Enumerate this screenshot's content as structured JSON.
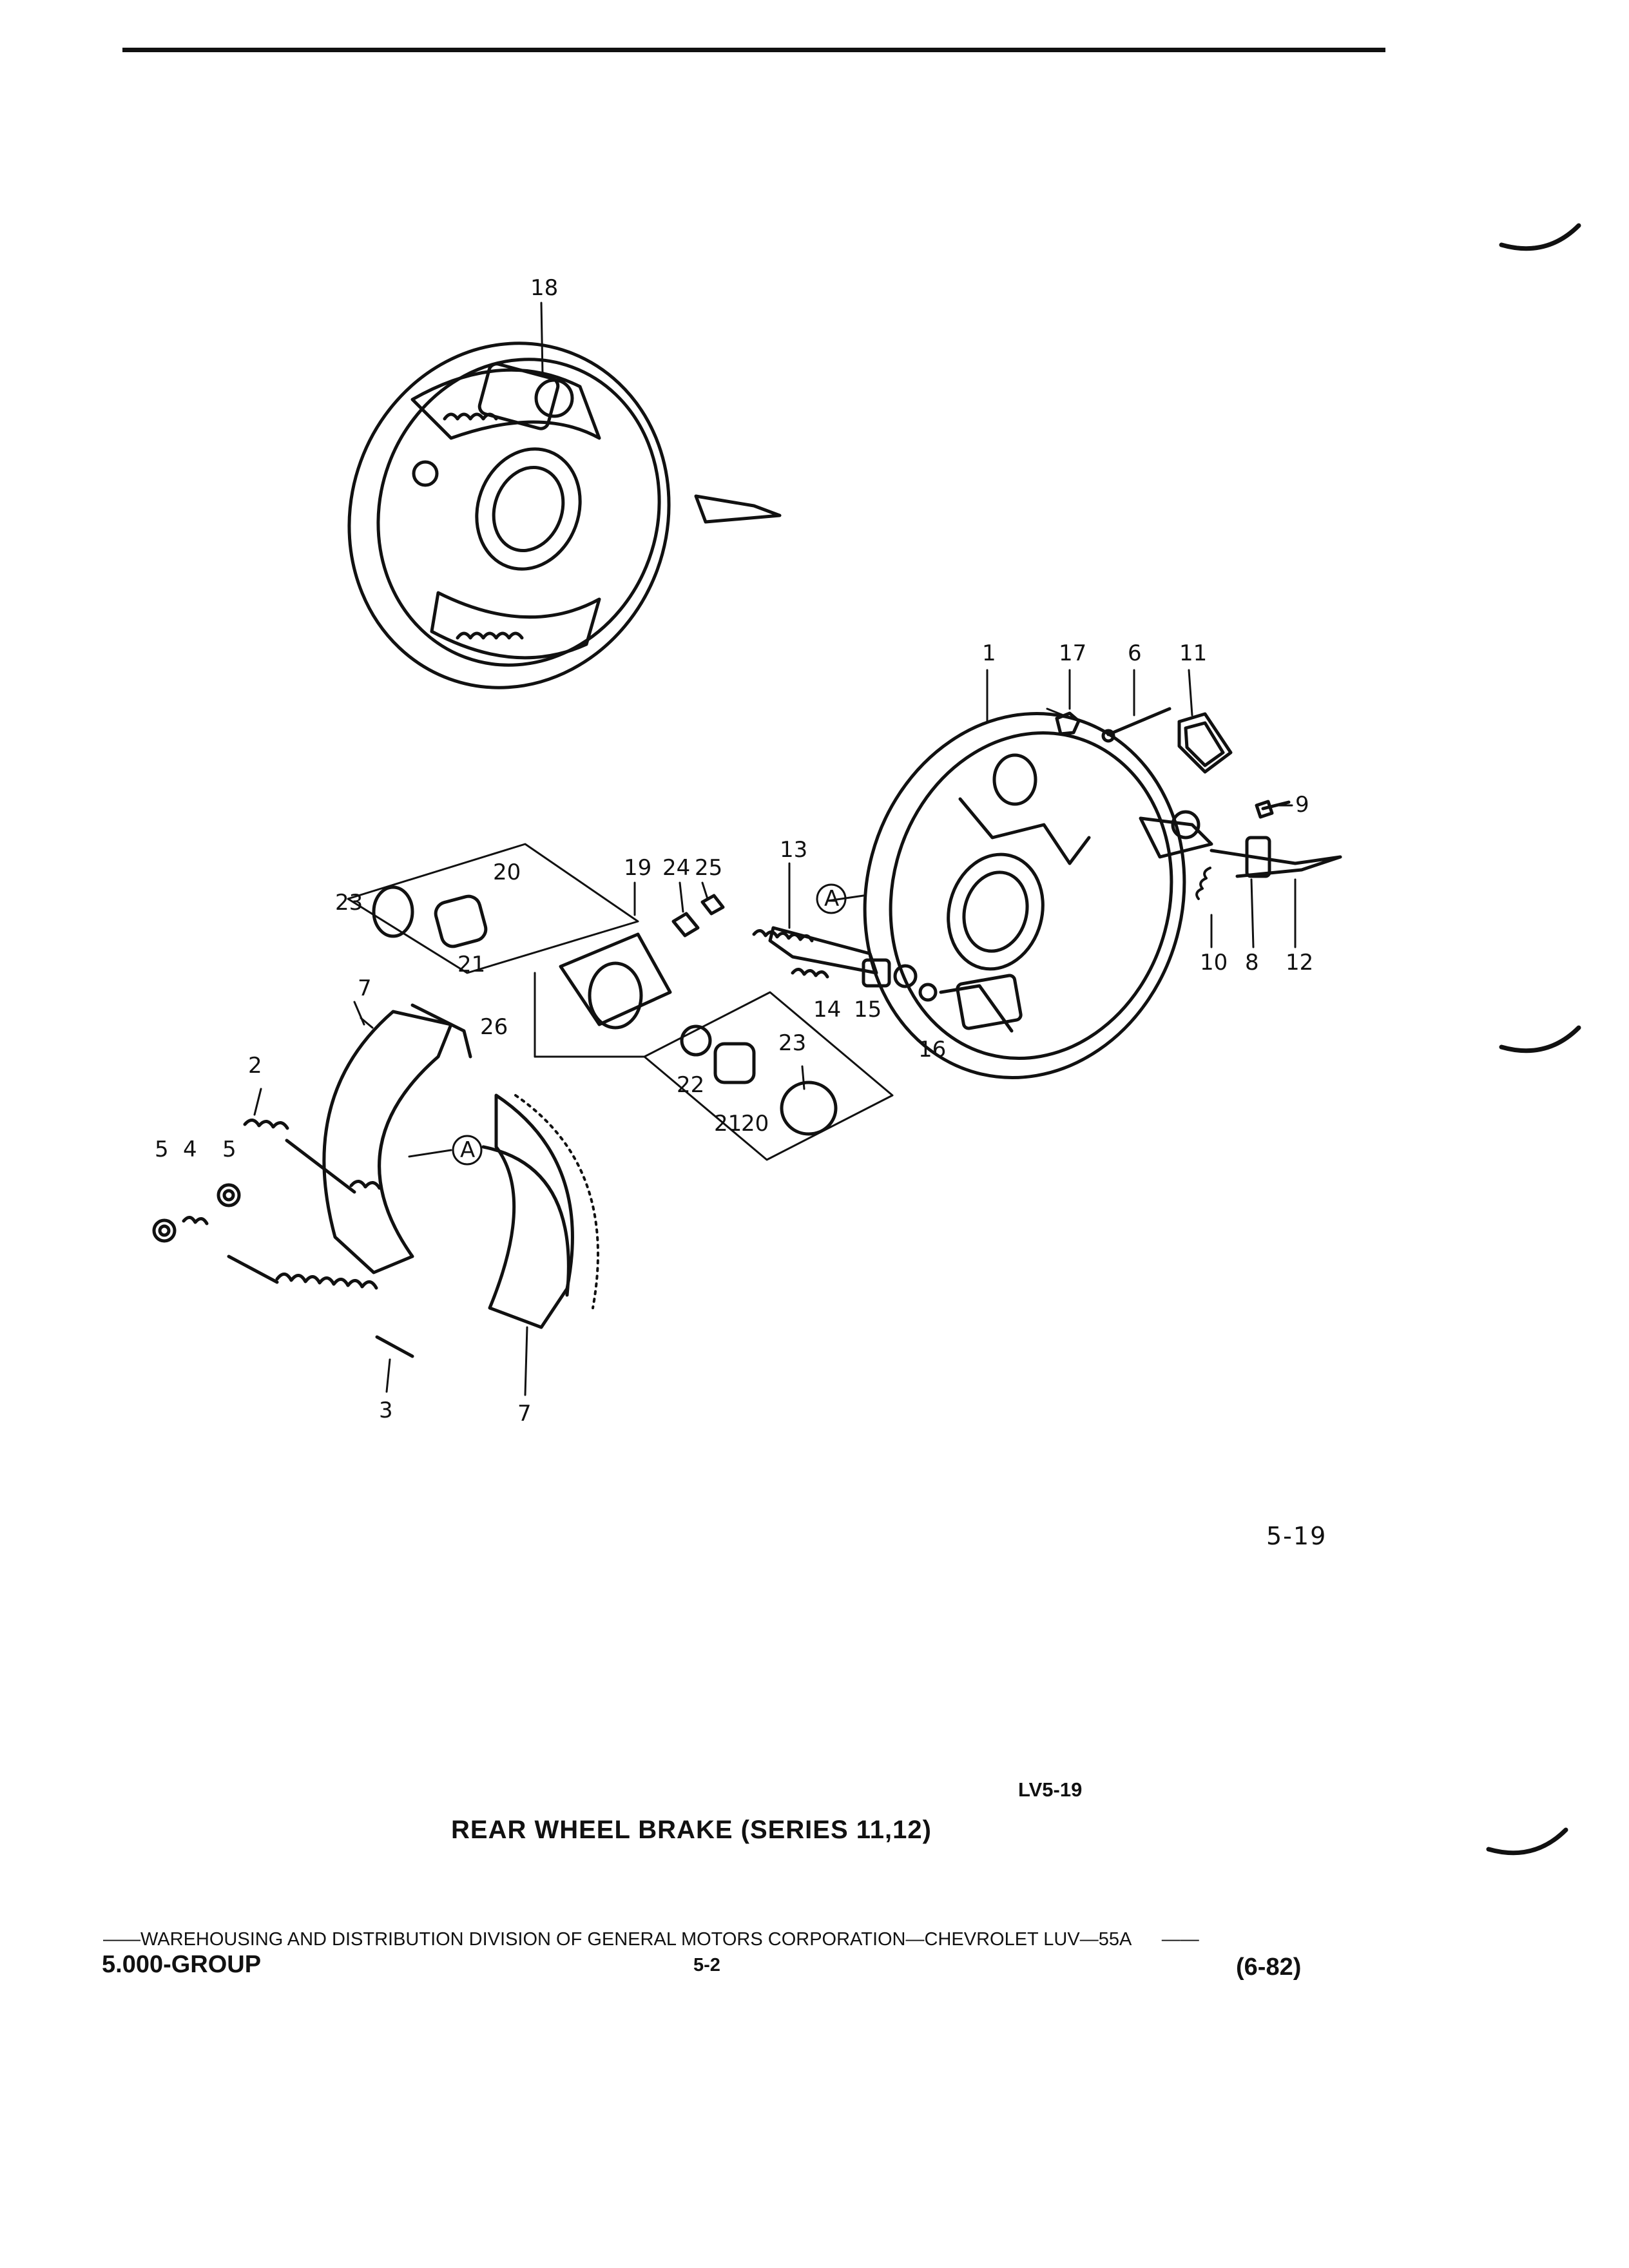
{
  "figure": {
    "number": "5-19",
    "code": "LV5-19",
    "title": "REAR WHEEL BRAKE (SERIES 11,12)"
  },
  "callouts": [
    "18",
    "1",
    "17",
    "6",
    "11",
    "9",
    "12",
    "8",
    "10",
    "13",
    "19",
    "24",
    "25",
    "20",
    "23",
    "21",
    "26",
    "7",
    "2",
    "5",
    "4",
    "5",
    "A",
    "14",
    "15",
    "16",
    "23",
    "22",
    "21",
    "20",
    "A",
    "3",
    "7"
  ],
  "footer": {
    "text": "——WAREHOUSING AND DISTRIBUTION  DIVISION OF GENERAL MOTORS CORPORATION—CHEVROLET LUV—55A",
    "end_dash": "——",
    "group": "5.000-GROUP",
    "page": "5-2",
    "date": "(6-82)"
  }
}
